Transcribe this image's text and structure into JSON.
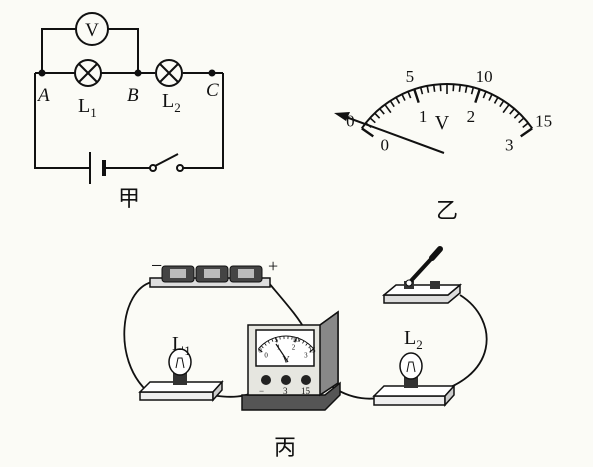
{
  "figure_jia": {
    "caption": "甲",
    "voltmeter_symbol": "V",
    "nodes": {
      "a": "A",
      "b": "B",
      "c": "C"
    },
    "lamp1": {
      "letter": "L",
      "sub": "1"
    },
    "lamp2": {
      "letter": "L",
      "sub": "2"
    }
  },
  "figure_yi": {
    "caption": "乙",
    "unit": "V",
    "outer_scale": [
      "0",
      "5",
      "10",
      "15"
    ],
    "inner_scale": [
      "0",
      "1",
      "2",
      "3"
    ]
  },
  "figure_bing": {
    "caption": "丙",
    "battery_minus": "−",
    "battery_plus": "+",
    "lamp1": {
      "letter": "L",
      "sub": "1"
    },
    "lamp2": {
      "letter": "L",
      "sub": "2"
    },
    "meter_unit": "V",
    "meter_outer": [
      "0",
      "5",
      "10",
      "15"
    ],
    "meter_inner": [
      "0",
      "1",
      "2",
      "3"
    ],
    "terminals": [
      "−",
      "3",
      "15"
    ]
  },
  "colors": {
    "ink": "#111111",
    "paper": "#fbfbf6",
    "panel": "#e6e6e0",
    "dark": "#333333"
  }
}
